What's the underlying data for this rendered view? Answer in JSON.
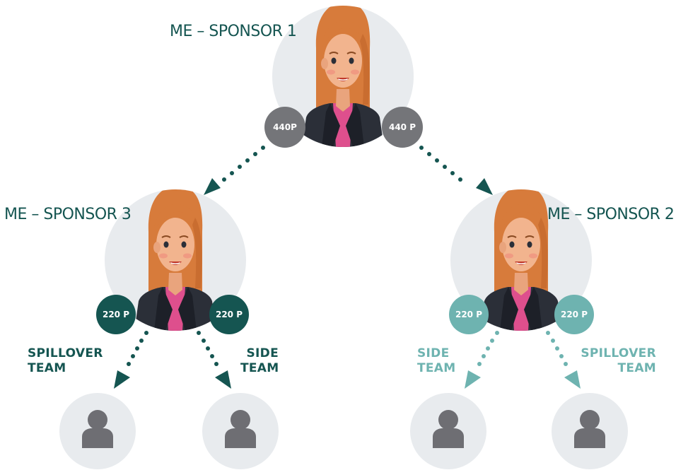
{
  "colors": {
    "dark_teal": "#155551",
    "light_teal": "#6eb3b0",
    "grey_badge": "#747579",
    "circle_bg": "#e8ebee",
    "hair": "#d77b3b",
    "jacket": "#2b2f38",
    "shirt": "#de4f8d",
    "skin": "#f2b48e",
    "user_icon": "#6e6e73"
  },
  "top": {
    "title": "ME – SPONSOR 1",
    "left_badge": "440P",
    "right_badge": "440 P"
  },
  "left": {
    "title": "ME – SPONSOR 3",
    "left_badge": "220 P",
    "right_badge": "220 P",
    "left_team": "SPILLOVER TEAM",
    "left_team_line1": "SPILLOVER",
    "left_team_line2": "TEAM",
    "right_team_line1": "SIDE",
    "right_team_line2": "TEAM"
  },
  "right": {
    "title": "ME – SPONSOR 2",
    "left_badge": "220 P",
    "right_badge": "220 P",
    "left_team_line1": "SIDE",
    "left_team_line2": "TEAM",
    "right_team_line1": "SPILLOVER",
    "right_team_line2": "TEAM"
  },
  "icons": {
    "avatar": "woman-avatar-icon",
    "user": "user-icon",
    "arrow": "arrow-down-icon"
  }
}
